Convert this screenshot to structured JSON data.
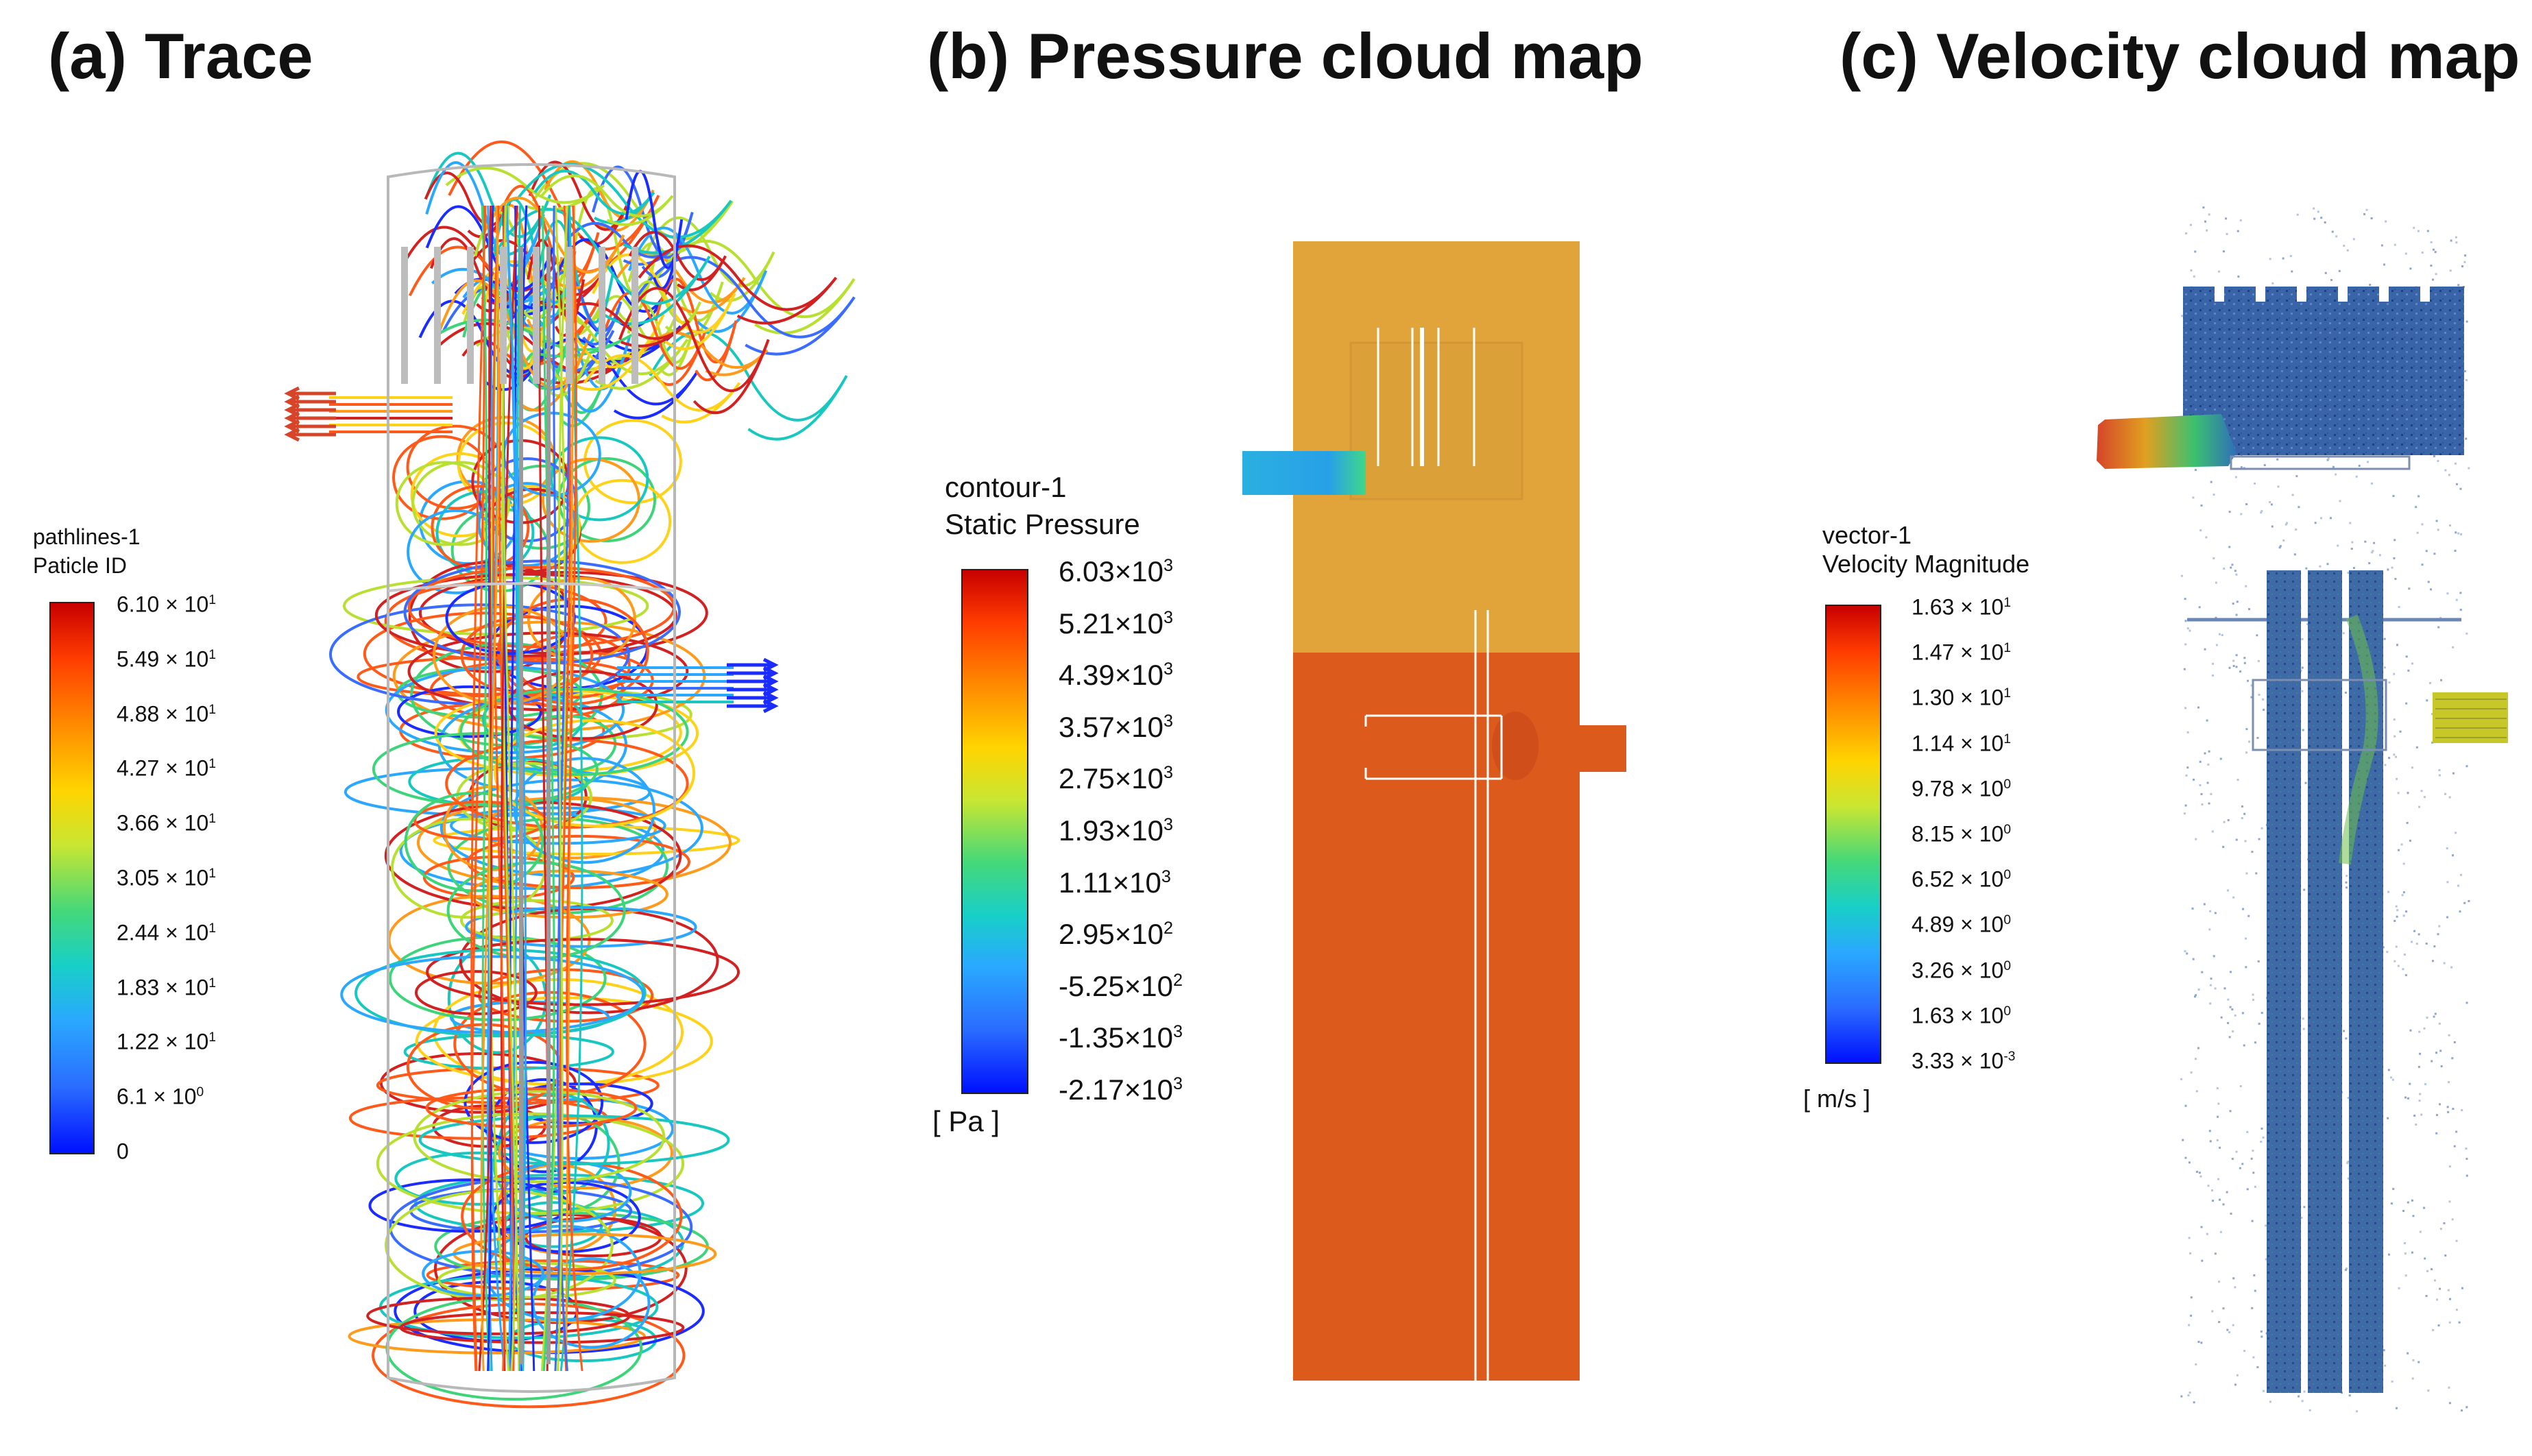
{
  "panels": {
    "a": {
      "title": "(a) Trace",
      "legend": {
        "heading": "pathlines-1",
        "subheading": "Paticle ID",
        "ticks": [
          {
            "base": "6.10 × 10",
            "exp": "1"
          },
          {
            "base": "5.49 × 10",
            "exp": "1"
          },
          {
            "base": "4.88 × 10",
            "exp": "1"
          },
          {
            "base": "4.27 × 10",
            "exp": "1"
          },
          {
            "base": "3.66 × 10",
            "exp": "1"
          },
          {
            "base": "3.05 × 10",
            "exp": "1"
          },
          {
            "base": "2.44 × 10",
            "exp": "1"
          },
          {
            "base": "1.83 × 10",
            "exp": "1"
          },
          {
            "base": "1.22 × 10",
            "exp": "1"
          },
          {
            "base": "6.1 × 10",
            "exp": "0"
          },
          {
            "base": "0",
            "exp": ""
          }
        ]
      }
    },
    "b": {
      "title": "(b) Pressure cloud map",
      "legend": {
        "heading": "contour-1",
        "subheading": "Static Pressure",
        "unit": "[ Pa ]",
        "ticks": [
          {
            "base": "6.03×10",
            "exp": "3"
          },
          {
            "base": "5.21×10",
            "exp": "3"
          },
          {
            "base": "4.39×10",
            "exp": "3"
          },
          {
            "base": "3.57×10",
            "exp": "3"
          },
          {
            "base": "2.75×10",
            "exp": "3"
          },
          {
            "base": "1.93×10",
            "exp": "3"
          },
          {
            "base": "1.11×10",
            "exp": "3"
          },
          {
            "base": "2.95×10",
            "exp": "2"
          },
          {
            "base": "-5.25×10",
            "exp": "2"
          },
          {
            "base": "-1.35×10",
            "exp": "3"
          },
          {
            "base": "-2.17×10",
            "exp": "3"
          }
        ]
      }
    },
    "c": {
      "title": "(c) Velocity cloud map",
      "legend": {
        "heading": "vector-1",
        "subheading": "Velocity Magnitude",
        "unit": "[ m/s ]",
        "ticks": [
          {
            "base": "1.63 × 10",
            "exp": "1"
          },
          {
            "base": "1.47 × 10",
            "exp": "1"
          },
          {
            "base": "1.30 × 10",
            "exp": "1"
          },
          {
            "base": "1.14 × 10",
            "exp": "1"
          },
          {
            "base": "9.78 × 10",
            "exp": "0"
          },
          {
            "base": "8.15 × 10",
            "exp": "0"
          },
          {
            "base": "6.52 × 10",
            "exp": "0"
          },
          {
            "base": "4.89 × 10",
            "exp": "0"
          },
          {
            "base": "3.26 × 10",
            "exp": "0"
          },
          {
            "base": "1.63 × 10",
            "exp": "0"
          },
          {
            "base": "3.33 × 10",
            "exp": "-3"
          }
        ]
      }
    }
  },
  "colors": {
    "pressure_top": "#e0a43a",
    "pressure_bottom": "#dc5a1c",
    "velocity_body": "#2f5fa8",
    "inlet_hot": "#d6452a",
    "outlet_cold": "#1a2cff"
  }
}
